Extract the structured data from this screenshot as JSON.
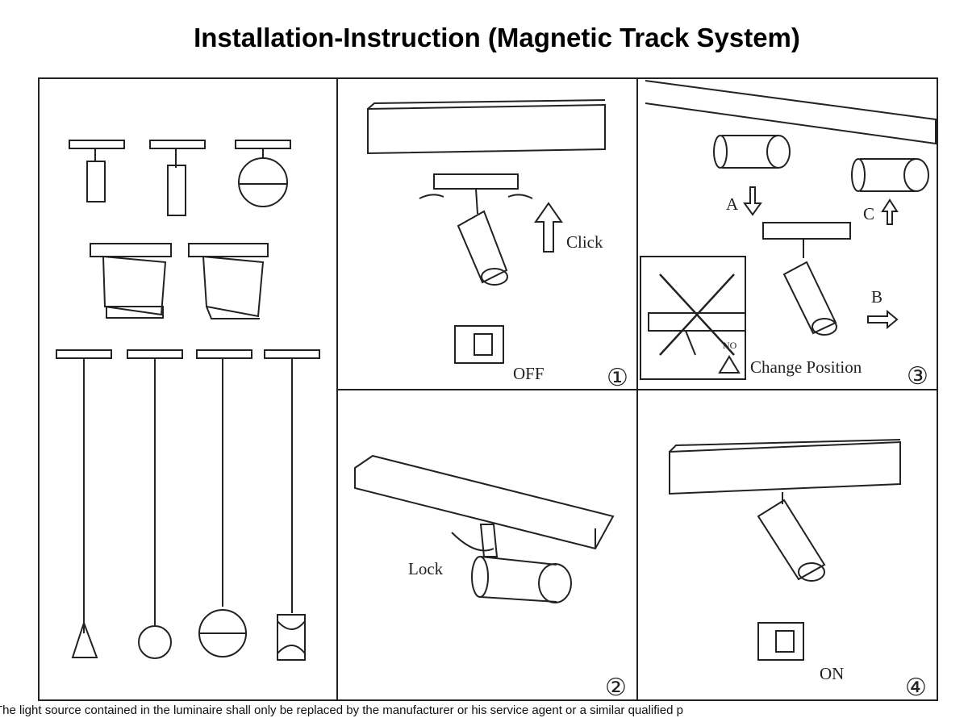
{
  "title": "Installation-Instruction (Magnetic Track System)",
  "steps": [
    {
      "number": "①",
      "labels": [
        "Click",
        "OFF"
      ]
    },
    {
      "number": "②",
      "labels": [
        "Lock"
      ]
    },
    {
      "number": "③",
      "labels": [
        "A",
        "B",
        "C",
        "NO",
        "Change Position"
      ]
    },
    {
      "number": "④",
      "labels": [
        "ON"
      ]
    }
  ],
  "footer": "The light source contained in the luminaire shall only be replaced by the manufacturer or his service agent or a similar qualified p"
}
